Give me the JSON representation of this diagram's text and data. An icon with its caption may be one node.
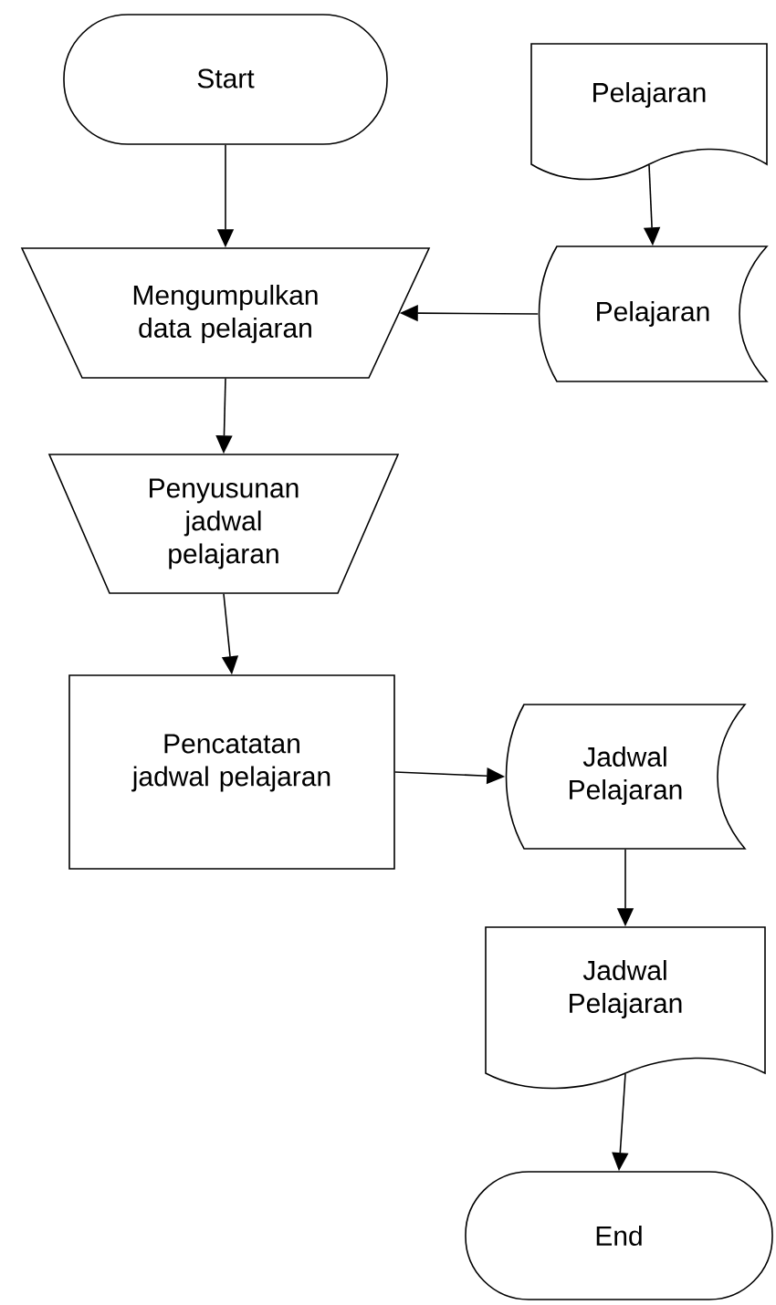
{
  "diagram": {
    "nodes": [
      {
        "text": [
          "Start"
        ]
      },
      {
        "text": [
          "Pelajaran"
        ]
      },
      {
        "text": [
          "Mengumpulkan data pelajaran"
        ]
      },
      {
        "text": [
          "Pelajaran"
        ]
      },
      {
        "text": [
          "Penyusunan jadwal pelajaran"
        ]
      },
      {
        "text": [
          "Pencatatan jadwal pelajaran"
        ]
      },
      {
        "text": [
          "Jadwal Pelajaran"
        ]
      },
      {
        "text": [
          "Jadwal Pelajaran"
        ]
      },
      {
        "text": [
          "End"
        ]
      }
    ],
    "edges": [
      {
        "from": 0,
        "to": 2,
        "arrow": "to"
      },
      {
        "from": 1,
        "to": 3,
        "arrow": "to"
      },
      {
        "from": 3,
        "to": 2,
        "arrow": "to"
      },
      {
        "from": 2,
        "to": 4,
        "arrow": "to"
      },
      {
        "from": 4,
        "to": 5,
        "arrow": "to"
      },
      {
        "from": 5,
        "to": 6,
        "arrow": "to"
      },
      {
        "from": 6,
        "to": 7,
        "arrow": "to"
      },
      {
        "from": 7,
        "to": 8,
        "arrow": "to"
      }
    ]
  }
}
